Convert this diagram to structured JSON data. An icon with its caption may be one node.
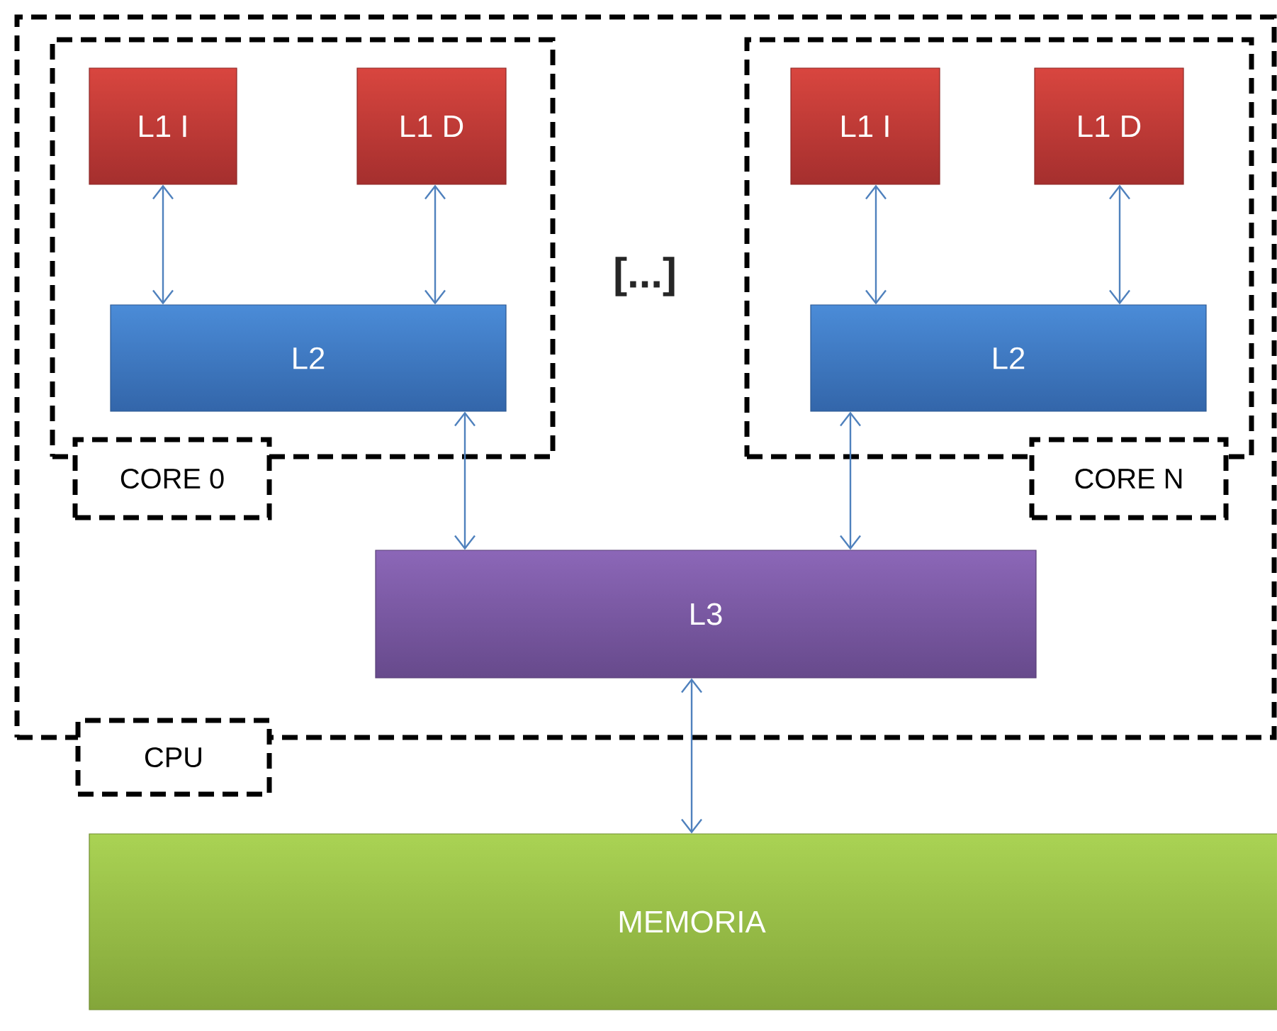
{
  "diagram": {
    "nodes": [
      {
        "text": [
          "CPU"
        ]
      },
      {
        "text": [
          "CORE 0"
        ],
        "in": 0
      },
      {
        "text": [
          "L1 I"
        ],
        "in": 1
      },
      {
        "text": [
          "L1 D"
        ],
        "in": 1
      },
      {
        "text": [
          "L2"
        ],
        "in": 1
      },
      {
        "text": [
          "CORE N"
        ],
        "in": 0
      },
      {
        "text": [
          "L1 I"
        ],
        "in": 5
      },
      {
        "text": [
          "L1 D"
        ],
        "in": 5
      },
      {
        "text": [
          "L2"
        ],
        "in": 5
      },
      {
        "text": [
          "L3"
        ],
        "in": 0
      },
      {
        "text": [
          "MEMORIA"
        ]
      }
    ],
    "edges": [
      {
        "from": 2,
        "to": 4,
        "arrow": "both"
      },
      {
        "from": 3,
        "to": 4,
        "arrow": "both"
      },
      {
        "from": 6,
        "to": 8,
        "arrow": "both"
      },
      {
        "from": 7,
        "to": 8,
        "arrow": "both"
      },
      {
        "from": 4,
        "to": 9,
        "arrow": "both"
      },
      {
        "from": 8,
        "to": 9,
        "arrow": "both"
      },
      {
        "from": 9,
        "to": 10,
        "arrow": "both"
      }
    ],
    "labels": [
      "[...]"
    ]
  }
}
